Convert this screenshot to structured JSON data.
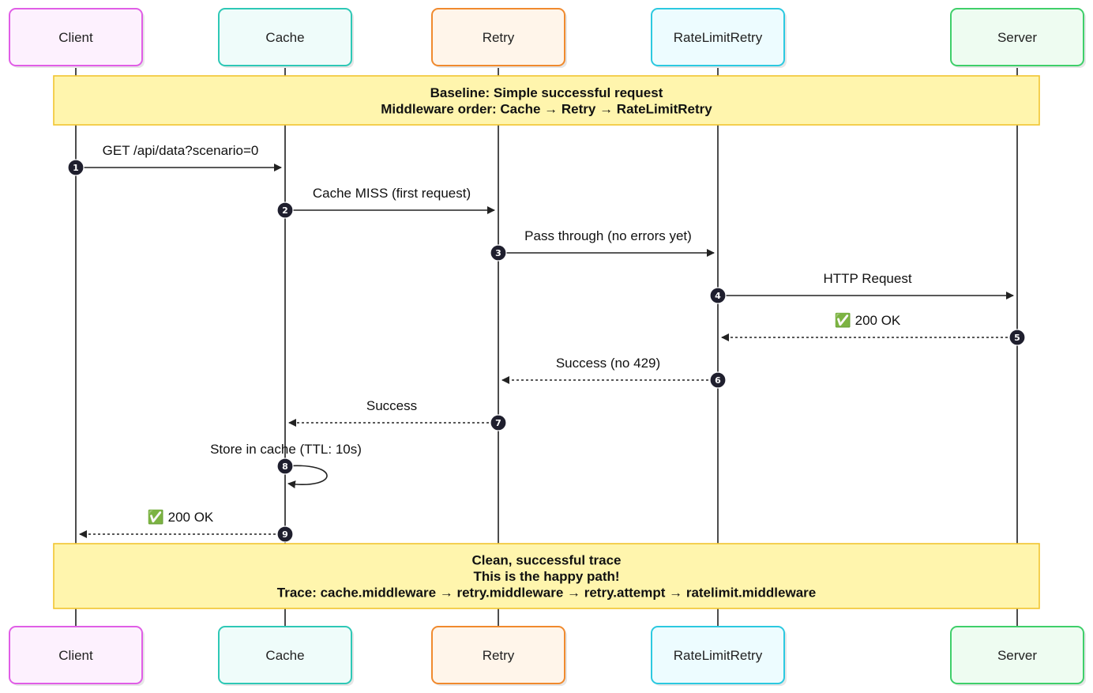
{
  "actors": [
    {
      "id": "client",
      "label": "Client",
      "stroke": "#e05ee6",
      "fill": "#fdf1fe"
    },
    {
      "id": "cache",
      "label": "Cache",
      "stroke": "#2ec8b6",
      "fill": "#effcfa"
    },
    {
      "id": "retry",
      "label": "Retry",
      "stroke": "#f08a2e",
      "fill": "#fff5ea"
    },
    {
      "id": "ratelimit",
      "label": "RateLimitRetry",
      "stroke": "#2cc9e0",
      "fill": "#edfcff"
    },
    {
      "id": "server",
      "label": "Server",
      "stroke": "#3fcf6a",
      "fill": "#eefcf1"
    }
  ],
  "notes": [
    {
      "lines": [
        "Baseline: Simple successful request",
        "Middleware order: Cache → Retry → RateLimitRetry"
      ]
    },
    {
      "lines": [
        "Clean, successful trace",
        "This is the happy path!",
        "Trace: cache.middleware → retry.middleware → retry.attempt → ratelimit.middleware"
      ]
    }
  ],
  "messages": [
    {
      "num": "1",
      "from": "client",
      "to": "cache",
      "label": "GET /api/data?scenario=0",
      "style": "solid"
    },
    {
      "num": "2",
      "from": "cache",
      "to": "retry",
      "label": "Cache MISS (first request)",
      "style": "solid"
    },
    {
      "num": "3",
      "from": "retry",
      "to": "ratelimit",
      "label": "Pass through (no errors yet)",
      "style": "solid"
    },
    {
      "num": "4",
      "from": "ratelimit",
      "to": "server",
      "label": "HTTP Request",
      "style": "solid"
    },
    {
      "num": "5",
      "from": "server",
      "to": "ratelimit",
      "label": "✅ 200 OK",
      "style": "dotted"
    },
    {
      "num": "6",
      "from": "ratelimit",
      "to": "retry",
      "label": "Success (no 429)",
      "style": "dotted"
    },
    {
      "num": "7",
      "from": "retry",
      "to": "cache",
      "label": "Success",
      "style": "dotted"
    },
    {
      "num": "8",
      "from": "cache",
      "to": "cache",
      "label": "Store in cache (TTL: 10s)",
      "style": "self"
    },
    {
      "num": "9",
      "from": "cache",
      "to": "client",
      "label": "✅ 200 OK",
      "style": "dotted"
    }
  ]
}
